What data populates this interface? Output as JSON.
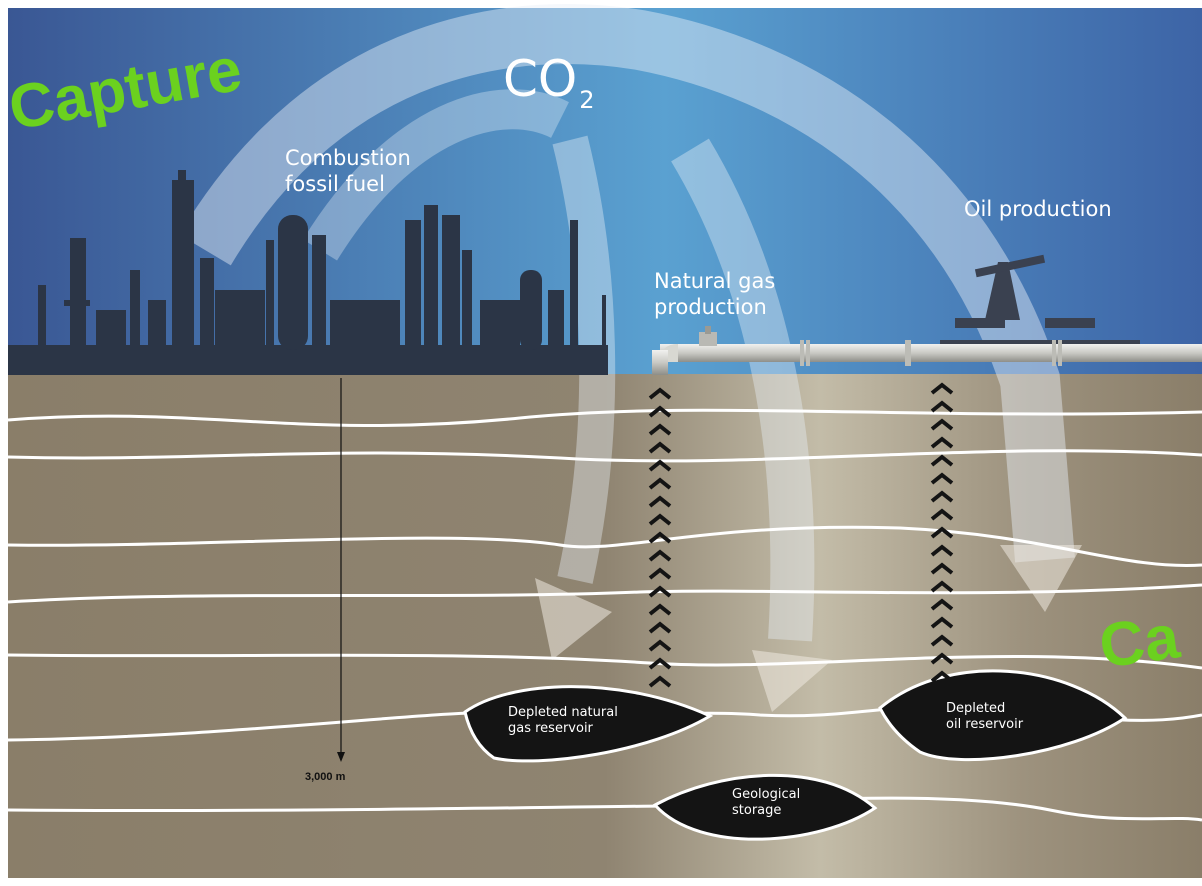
{
  "diagram": {
    "headline_left": "Capture",
    "headline_right": "Ca",
    "gas": {
      "formula": "CO",
      "subscript": "2"
    },
    "labels": {
      "combustion": "Combustion\nfossil fuel",
      "oil_production": "Oil production",
      "natural_gas_production": "Natural gas\nproduction"
    },
    "reservoirs": {
      "gas": "Depleted natural\ngas reservoir",
      "oil": "Depleted\noil reservoir",
      "geological": "Geological\nstorage"
    },
    "depth_marker": "3,000 m"
  },
  "colors": {
    "sky_top": "#3b5a96",
    "sky_light": "#5da3d2",
    "soil": "#8a7e6a",
    "soil_light": "#c6beaa",
    "capture_green": "#6bd11f",
    "silhouette": "#2b3546",
    "reservoir": "#141414"
  }
}
